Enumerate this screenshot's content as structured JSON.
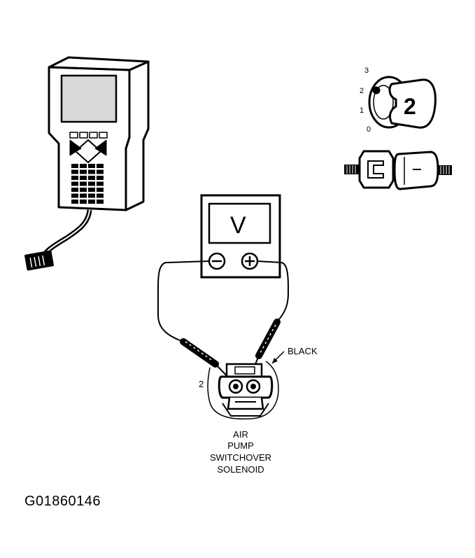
{
  "diagram": {
    "figure_id": "G01860146",
    "meter_display": "V",
    "meter_minus_symbol": "−",
    "meter_plus_symbol": "+",
    "wire_color_label": "BLACK",
    "terminal_number": "2",
    "component_label": [
      "AIR",
      "PUMP",
      "SWITCHOVER",
      "SOLENOID"
    ],
    "ignition_positions": [
      "3",
      "2",
      "1",
      "0"
    ],
    "ignition_key_position": "2",
    "colors": {
      "ink": "#000000",
      "screen_gray": "#d9d9d9",
      "paper": "#ffffff"
    }
  }
}
